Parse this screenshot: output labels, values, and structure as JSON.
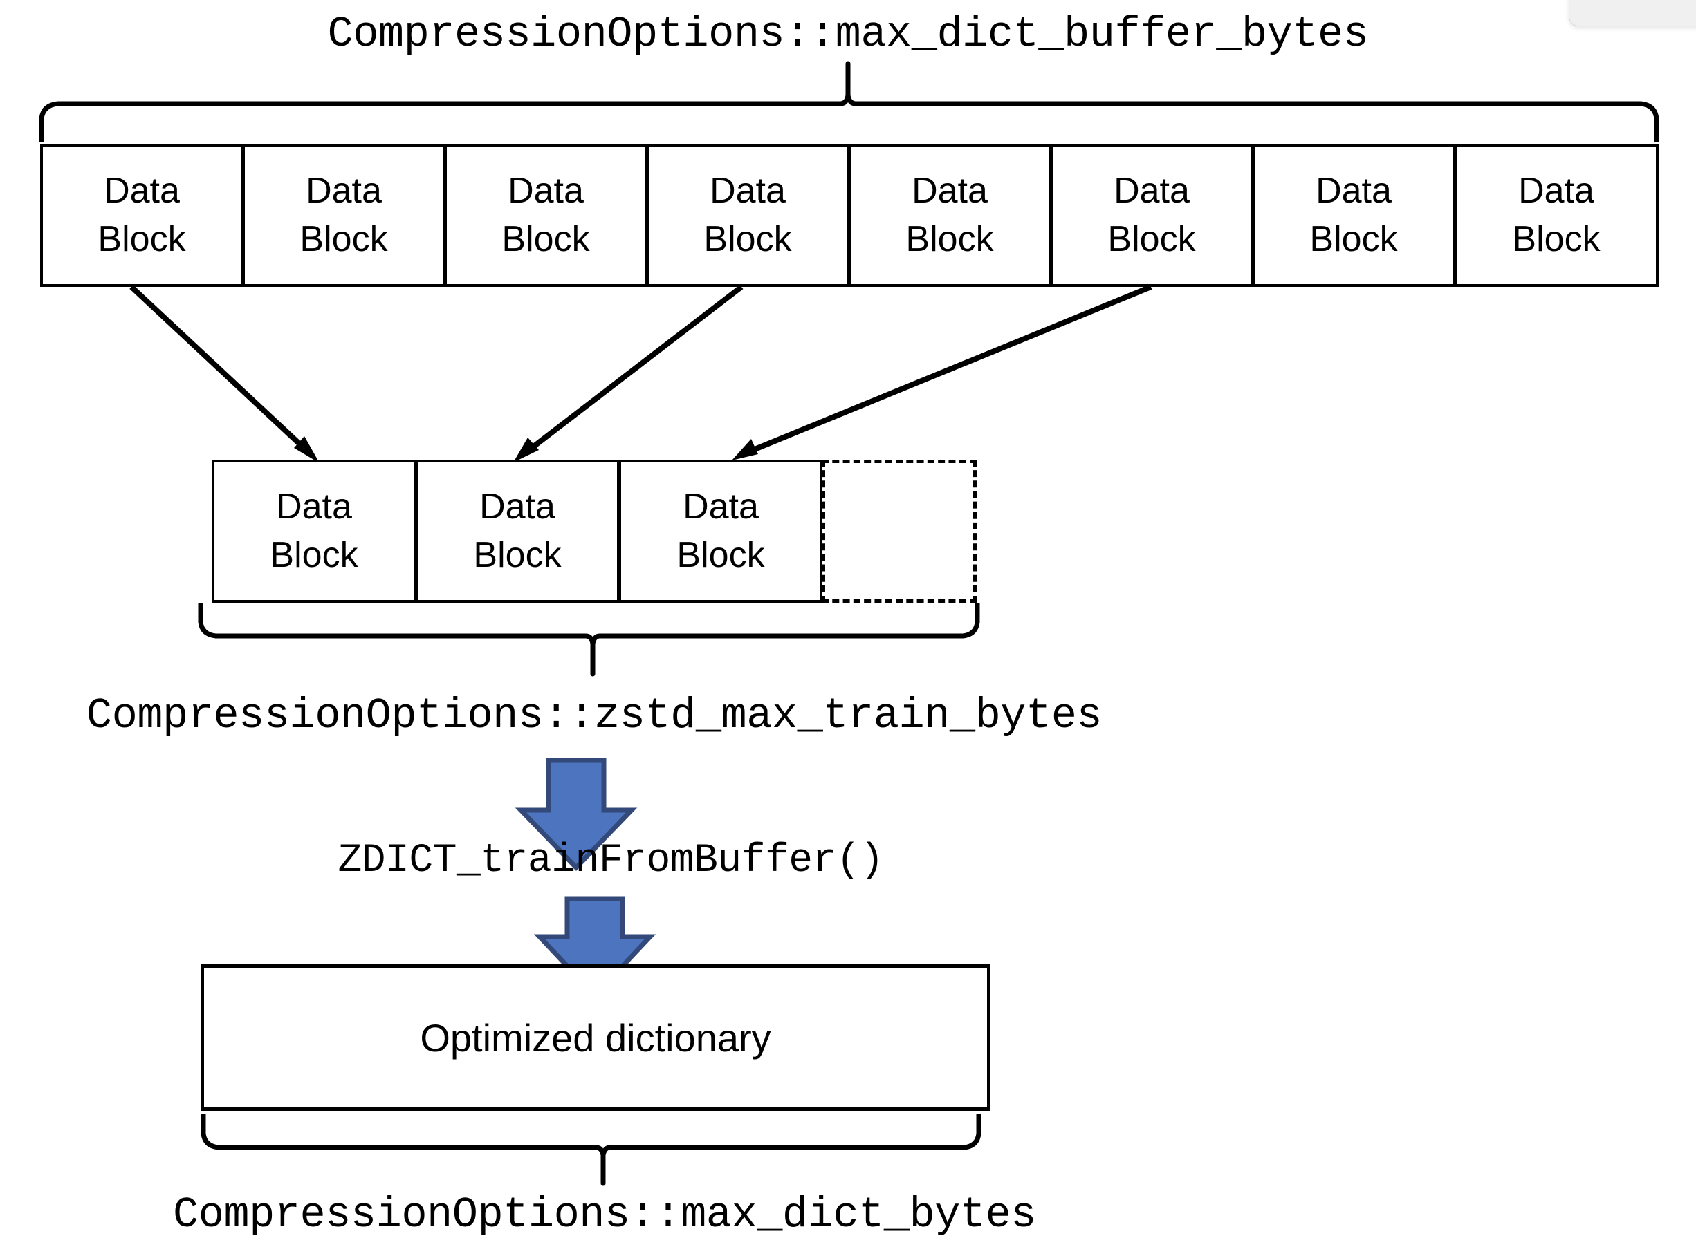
{
  "diagram": {
    "title_top": "CompressionOptions::max_dict_buffer_bytes",
    "label_mid": "CompressionOptions::zstd_max_train_bytes",
    "label_function": "ZDICT_trainFromBuffer()",
    "label_bottom": "CompressionOptions::max_dict_bytes",
    "optimized_dictionary_label": "Optimized dictionary",
    "block_line1": "Data",
    "block_line2": "Block",
    "top_row_blocks": [
      {
        "line1": "Data",
        "line2": "Block"
      },
      {
        "line1": "Data",
        "line2": "Block"
      },
      {
        "line1": "Data",
        "line2": "Block"
      },
      {
        "line1": "Data",
        "line2": "Block"
      },
      {
        "line1": "Data",
        "line2": "Block"
      },
      {
        "line1": "Data",
        "line2": "Block"
      },
      {
        "line1": "Data",
        "line2": "Block"
      },
      {
        "line1": "Data",
        "line2": "Block"
      }
    ],
    "mid_row_blocks": [
      {
        "line1": "Data",
        "line2": "Block"
      },
      {
        "line1": "Data",
        "line2": "Block"
      },
      {
        "line1": "Data",
        "line2": "Block"
      }
    ],
    "mid_row_empty_slot": "",
    "colors": {
      "stroke": "#000000",
      "background": "#ffffff",
      "arrow_fill": "#4D74BE",
      "arrow_border": "#33497A"
    }
  }
}
